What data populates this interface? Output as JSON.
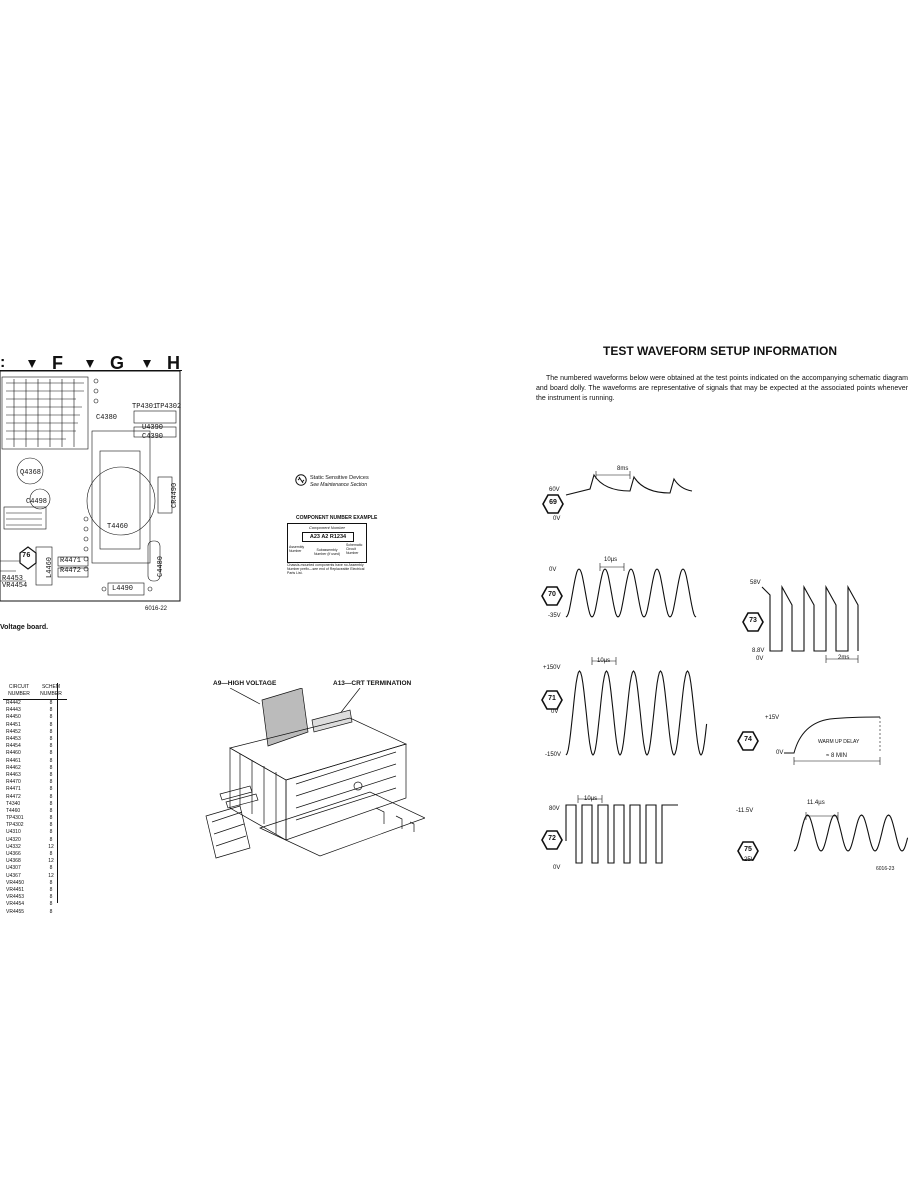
{
  "left_page": {
    "column_letters": [
      "F",
      "G",
      "H"
    ],
    "board_caption": "Voltage board.",
    "board_figure_id": "6016-22",
    "board_labels": {
      "tp4301": "TP4301",
      "tp4302": "TP4302",
      "u4390": "U4390",
      "c4390": "C4390",
      "c4380": "C4380",
      "cr4490": "CR4490",
      "t4460": "T4460",
      "l4460": "L4460",
      "l4490": "L4490",
      "r4471": "R4471",
      "r4472": "R4472",
      "c4480": "C4480",
      "c4498": "C4498",
      "q4368": "Q4368",
      "vr4454": "VR4454",
      "r4453": "R4453",
      "test_point": "76"
    },
    "static_notice": {
      "title": "Static Sensitive Devices",
      "subtitle": "See Maintenance Section"
    },
    "component_example": {
      "heading": "COMPONENT NUMBER EXAMPLE",
      "component_number_label": "Component Number",
      "example": "A23 A2 R1234",
      "assembly_label": "Assembly Number",
      "subassembly_label": "Subassembly Number (if used)",
      "circuit_label": "Schematic Circuit Number",
      "note": "Chassis-mounted components have no Assembly Number prefix—see end of Replaceable Electrical Parts List."
    },
    "parts_table": {
      "headers": [
        "CIRCUIT NUMBER",
        "SCHEM NUMBER"
      ],
      "rows": [
        [
          "R4442",
          "8"
        ],
        [
          "R4443",
          "8"
        ],
        [
          "R4450",
          "8"
        ],
        [
          "R4451",
          "8"
        ],
        [
          "R4452",
          "8"
        ],
        [
          "R4453",
          "8"
        ],
        [
          "R4454",
          "8"
        ],
        [
          "R4460",
          "8"
        ],
        [
          "R4461",
          "8"
        ],
        [
          "R4462",
          "8"
        ],
        [
          "R4463",
          "8"
        ],
        [
          "R4470",
          "8"
        ],
        [
          "R4471",
          "8"
        ],
        [
          "R4472",
          "8"
        ],
        [
          "T4340",
          "8"
        ],
        [
          "T4460",
          "8"
        ],
        [
          "TP4301",
          "8"
        ],
        [
          "TP4302",
          "8"
        ],
        [
          "U4310",
          "8"
        ],
        [
          "U4320",
          "8"
        ],
        [
          "U4332",
          "12"
        ],
        [
          "U4366",
          "8"
        ],
        [
          "U4368",
          "12"
        ],
        [
          "U4307",
          "8"
        ],
        [
          "U4367",
          "12"
        ],
        [
          "VR4450",
          "8"
        ],
        [
          "VR4451",
          "8"
        ],
        [
          "VR4453",
          "8"
        ],
        [
          "VR4454",
          "8"
        ],
        [
          "VR4455",
          "8"
        ]
      ]
    },
    "assembly_labels": {
      "a9": "A9—HIGH VOLTAGE",
      "a13": "A13—CRT TERMINATION"
    }
  },
  "right_page": {
    "title": "TEST WAVEFORM SETUP INFORMATION",
    "intro": "The numbered waveforms below were obtained at the test points indicated on the accompanying schematic diagram and board dolly. The waveforms are representative of signals that may be expected at the associated points whenever the instrument is running.",
    "figure_id": "6016-23",
    "waveforms": [
      {
        "id": "69",
        "top_label": "60V",
        "bottom_label": "0V",
        "time_label": "8ms"
      },
      {
        "id": "70",
        "top_label": "0V",
        "bottom_label": "-35V",
        "time_label": "10µs"
      },
      {
        "id": "71",
        "top_label": "+150V",
        "mid_label": "0V",
        "bottom_label": "-150V",
        "time_label": "10µs"
      },
      {
        "id": "72",
        "top_label": "80V",
        "bottom_label": "0V",
        "time_label": "10µs"
      },
      {
        "id": "73",
        "top_label": "58V",
        "bottom_label": "8.8V",
        "bottom_label2": "0V",
        "time_label": "2ms"
      },
      {
        "id": "74",
        "top_label": "+15V",
        "bottom_label": "0V",
        "annotation": "WARM UP DELAY",
        "time_label": "≈ 8 MIN"
      },
      {
        "id": "75",
        "top_label": "-11.5V",
        "bottom_label": "-25V",
        "time_label": "11.4µs"
      }
    ]
  }
}
